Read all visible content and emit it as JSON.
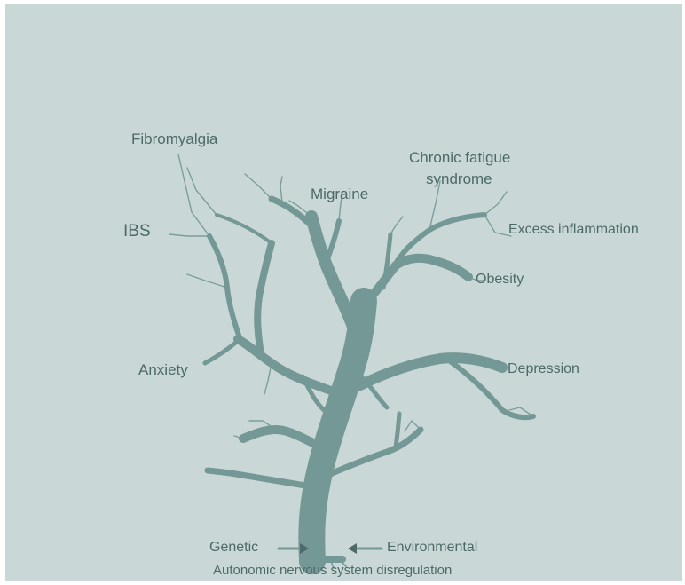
{
  "diagram": {
    "colors": {
      "background": "#c9d8d6",
      "tree": "#749895",
      "text": "#4d6a68"
    },
    "labels": {
      "fibromyalgia": "Fibromyalgia",
      "migraine": "Migraine",
      "chronic_fatigue_line1": "Chronic fatigue",
      "chronic_fatigue_line2": "syndrome",
      "ibs": "IBS",
      "excess_inflammation": "Excess inflammation",
      "obesity": "Obesity",
      "anxiety": "Anxiety",
      "depression": "Depression",
      "genetic": "Genetic",
      "environmental": "Environmental",
      "root": "Autonomic nervous system disregulation"
    }
  }
}
